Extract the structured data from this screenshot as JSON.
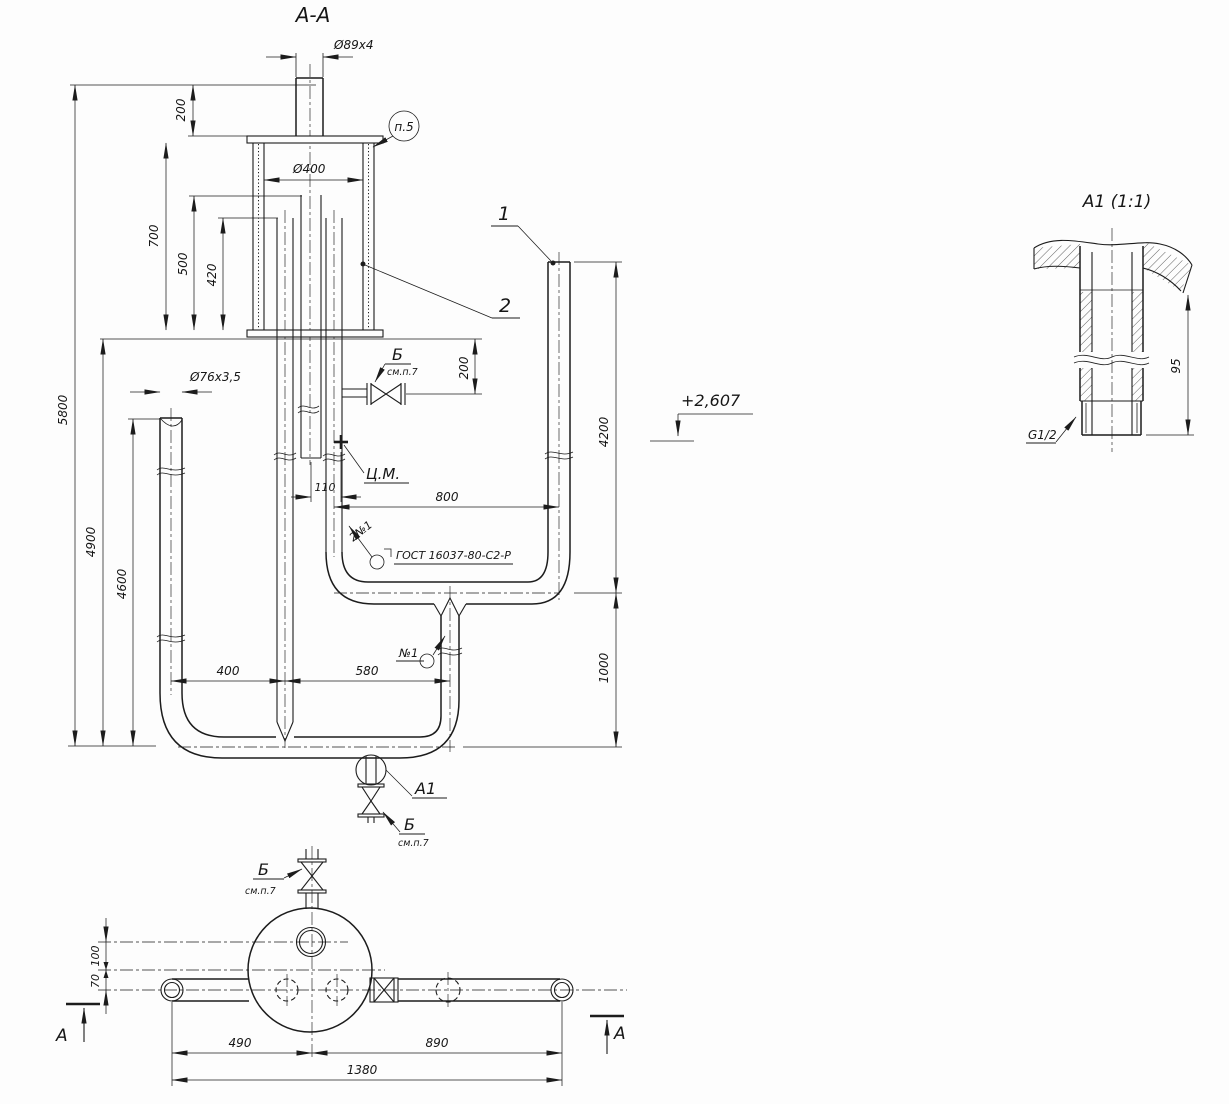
{
  "drawing": {
    "colors": {
      "ink": "#1c1c1c",
      "paper": "#fdfdfd"
    },
    "main_view": {
      "title": "А-А",
      "dims": {
        "top_pipe": "Ø89x4",
        "vessel": "Ø400",
        "top_offset": "200",
        "vessel_height": "700",
        "tube_depth_1": "500",
        "tube_depth_2": "420",
        "overall": "5800",
        "left_run": "4900",
        "left_pipe_len": "4600",
        "left_pipe": "Ø76x3,5",
        "valve_offset": "200",
        "cm_offset": "110",
        "span": "800",
        "right_pipe_len": "4200",
        "drop": "1000",
        "left_spacing": "400",
        "mid_spacing": "580"
      },
      "labels": {
        "item_1": "1",
        "item_2": "2",
        "note_p5": "п.5",
        "valve": "Б",
        "valve_note": "см.п.7",
        "center_mass": "Ц.М.",
        "weld_count": "2№1",
        "weld_gost": "ГОСТ 16037-80-С2-Р",
        "weld_no": "№1",
        "detail_ref": "А1",
        "elevation": "+2,607"
      }
    },
    "detail_view": {
      "title": "А1 (1:1)",
      "dims": {
        "length": "95",
        "thread": "G1/2"
      }
    },
    "plan_view": {
      "dims": {
        "pipe_offset": "100",
        "run_offset": "70",
        "left_span": "490",
        "right_span": "890",
        "total": "1380"
      },
      "labels": {
        "section": "А",
        "valve": "Б",
        "valve_note": "см.п.7"
      }
    }
  }
}
